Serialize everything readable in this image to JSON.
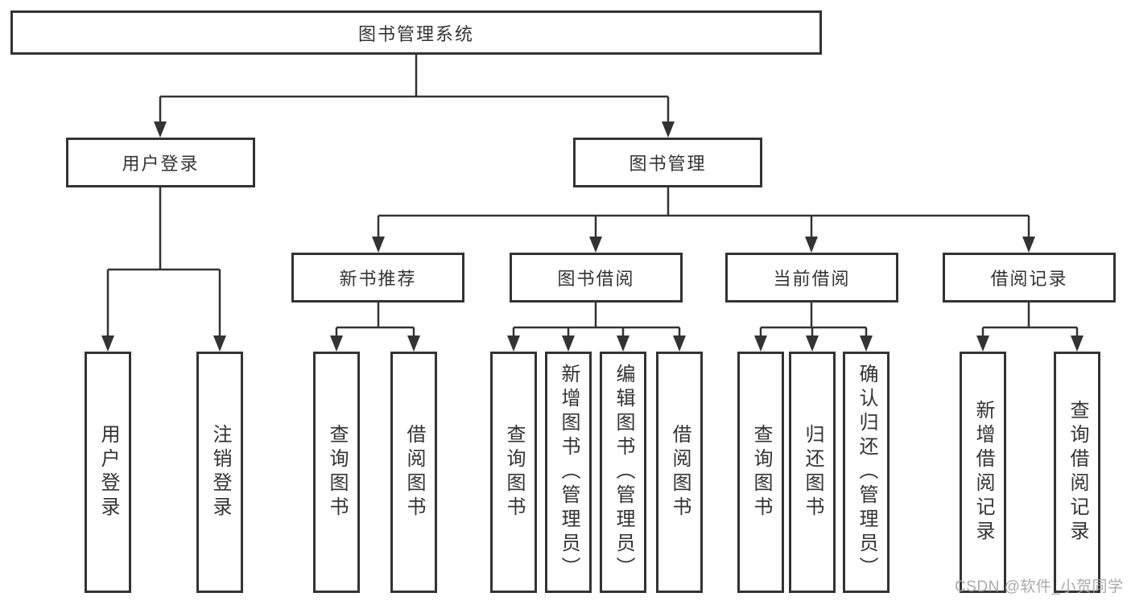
{
  "tree": {
    "root": {
      "label": "图书管理系统"
    },
    "branches": [
      {
        "label": "用户登录",
        "children": [
          {
            "label": "用户登录"
          },
          {
            "label": "注销登录"
          }
        ]
      },
      {
        "label": "图书管理",
        "children": [
          {
            "label": "新书推荐",
            "children": [
              {
                "label": "查询图书"
              },
              {
                "label": "借阅图书"
              }
            ]
          },
          {
            "label": "图书借阅",
            "children": [
              {
                "label": "查询图书"
              },
              {
                "label": "新增图书（管理员）"
              },
              {
                "label": "编辑图书（管理员）"
              },
              {
                "label": "借阅图书"
              }
            ]
          },
          {
            "label": "当前借阅",
            "children": [
              {
                "label": "查询图书"
              },
              {
                "label": "归还图书"
              },
              {
                "label": "确认归还（管理员）"
              }
            ]
          },
          {
            "label": "借阅记录",
            "children": [
              {
                "label": "新增借阅记录"
              },
              {
                "label": "查询借阅记录"
              }
            ]
          }
        ]
      }
    ]
  },
  "watermark": {
    "text": "CSDN @软件_小贺同学"
  },
  "colors": {
    "line": "#333333",
    "box_border": "#333333",
    "text": "#333333",
    "watermark": "#a5a5a5",
    "background": "#ffffff"
  }
}
